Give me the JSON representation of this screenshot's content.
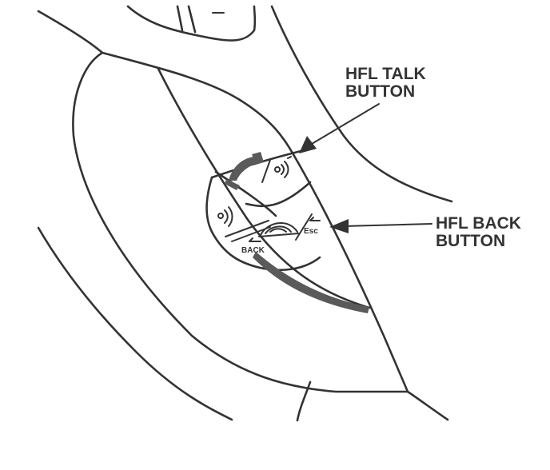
{
  "labels": {
    "talk_line1": "HFL TALK",
    "talk_line2": "BUTTON",
    "back_line1": "HFL BACK",
    "back_line2": "BUTTON"
  },
  "button_text": {
    "back": "BACK",
    "esc": "Esc"
  },
  "icons": {
    "talk": "phone-handset-icon",
    "voice": "voice-command-icon",
    "back_phone": "phone-hangup-icon"
  },
  "colors": {
    "line": "#333333",
    "background": "#ffffff"
  }
}
